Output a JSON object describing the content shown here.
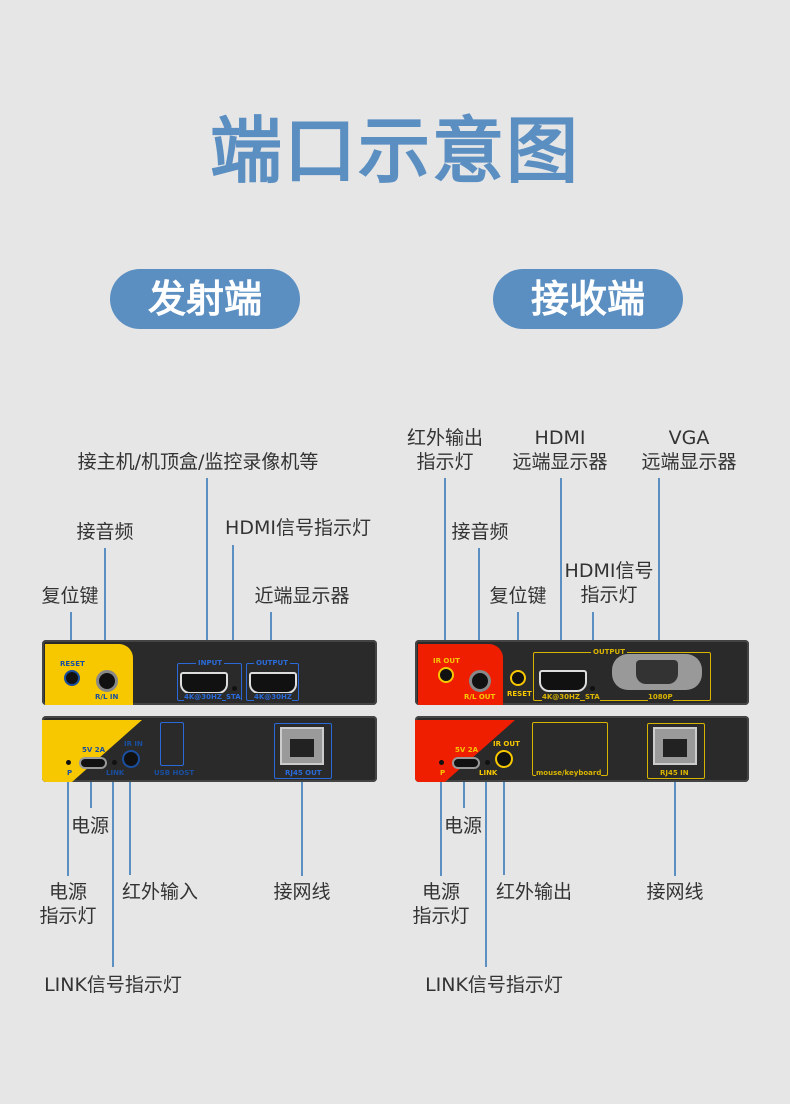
{
  "title": "端口示意图",
  "sender": {
    "heading": "发射端",
    "callouts": {
      "source": "接主机/机顶盒/监控录像机等",
      "hdmi_led": "HDMI信号指示灯",
      "audio": "接音频",
      "local_display": "近端显示器",
      "reset": "复位键",
      "power": "电源",
      "power_led_1": "电源",
      "power_led_2": "指示灯",
      "ir_in": "红外输入",
      "link_led": "LINK信号指示灯",
      "network": "接网线"
    },
    "ports": {
      "reset": "RESET",
      "audio": "R/L IN",
      "input": "INPUT",
      "output": "OUTPUT",
      "res1": "4K@30HZ",
      "sta": "STA",
      "res2": "4K@30HZ",
      "power": "5V 2A",
      "p": "P",
      "link": "LINK",
      "ir": "IR IN",
      "usb": "USB HOST",
      "rj45": "RJ45 OUT"
    }
  },
  "receiver": {
    "heading": "接收端",
    "callouts": {
      "ir_led_1": "红外输出",
      "ir_led_2": "指示灯",
      "hdmi_1": "HDMI",
      "hdmi_2": "远端显示器",
      "vga_1": "VGA",
      "vga_2": "远端显示器",
      "audio": "接音频",
      "hdmi_led_1": "HDMI信号",
      "hdmi_led_2": "指示灯",
      "reset": "复位键",
      "power": "电源",
      "power_led_1": "电源",
      "power_led_2": "指示灯",
      "ir_out": "红外输出",
      "link_led": "LINK信号指示灯",
      "network": "接网线"
    },
    "ports": {
      "ir_out": "IR OUT",
      "audio": "R/L OUT",
      "reset": "RESET",
      "output": "OUTPUT",
      "res": "4K@30HZ",
      "sta": "STA",
      "vga": "1080P",
      "power": "5V 2A",
      "p": "P",
      "link": "LINK",
      "ir": "IR OUT",
      "usb": "mouse/keyboard",
      "rj45": "RJ45 IN"
    }
  },
  "colors": {
    "accent": "#5b8fc2",
    "sender": "#f7c800",
    "receiver": "#f01e00"
  }
}
